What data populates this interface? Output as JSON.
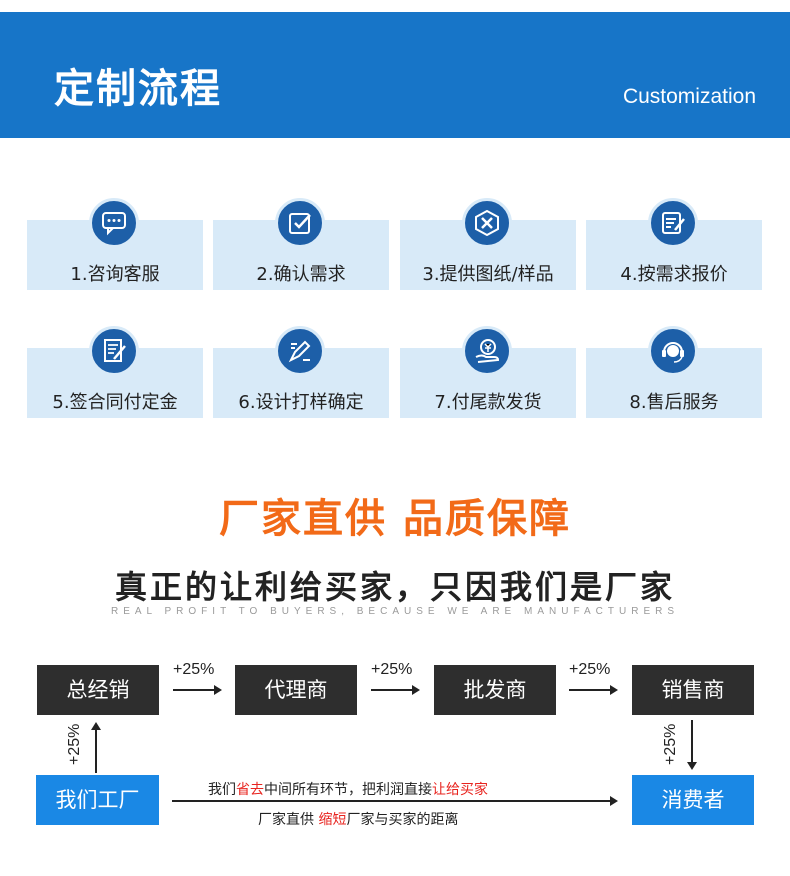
{
  "header": {
    "title": "定制流程",
    "subtitle": "Customization"
  },
  "steps": [
    {
      "label": "1.咨询客服",
      "icon": "chat-icon"
    },
    {
      "label": "2.确认需求",
      "icon": "checkbox-icon"
    },
    {
      "label": "3.提供图纸/样品",
      "icon": "tools-icon"
    },
    {
      "label": "4.按需求报价",
      "icon": "document-edit-icon"
    },
    {
      "label": "5.签合同付定金",
      "icon": "contract-icon"
    },
    {
      "label": "6.设计打样确定",
      "icon": "design-pencil-icon"
    },
    {
      "label": "7.付尾款发货",
      "icon": "payment-hand-icon"
    },
    {
      "label": "8.售后服务",
      "icon": "headset-icon"
    }
  ],
  "slogan": {
    "main": "厂家直供 品质保障",
    "sub": "真正的让利给买家，只因我们是厂家",
    "english": "REAL PROFIT TO BUYERS, BECAUSE WE ARE MANUFACTURERS"
  },
  "chain": {
    "boxes": [
      "总经销",
      "代理商",
      "批发商",
      "销售商"
    ],
    "markup": "+25%",
    "factory": "我们工厂",
    "consumer": "消费者",
    "note1_a": "我们",
    "note1_b": "省去",
    "note1_c": "中间所有环节，把利润直接",
    "note1_d": "让给买家",
    "note2_a": "厂家直供 ",
    "note2_b": "缩短",
    "note2_c": "厂家与买家的距离"
  },
  "colors": {
    "brand_blue": "#1775c8",
    "accent_orange": "#f26a18",
    "dark_box": "#2e2e2e",
    "highlight_red": "#e8241f"
  }
}
